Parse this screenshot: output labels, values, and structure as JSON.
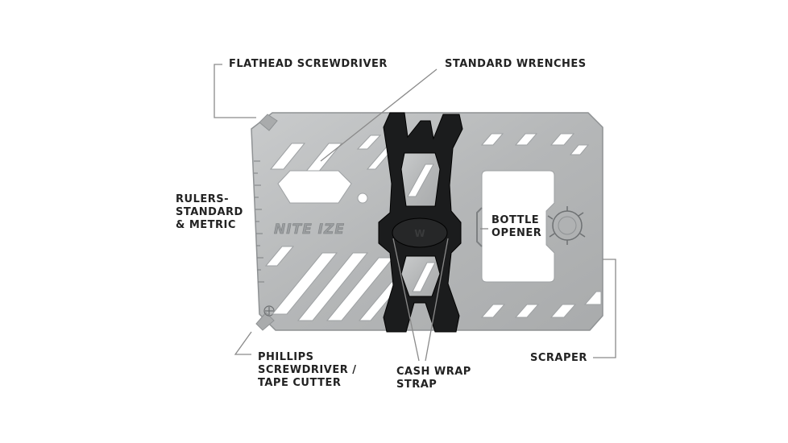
{
  "colors": {
    "steel": "#b9bbbc",
    "steel_dark": "#8f9294",
    "strap": "#1b1c1d",
    "label_text": "#222222",
    "leader": "#8a8a8a"
  },
  "product": {
    "brand_logo": "NITE IZE"
  },
  "labels": {
    "flathead": [
      "FLATHEAD SCREWDRIVER"
    ],
    "wrenches": [
      "STANDARD WRENCHES"
    ],
    "rulers": [
      "RULERS-",
      "STANDARD",
      "& METRIC"
    ],
    "bottle": [
      "BOTTLE",
      "OPENER"
    ],
    "phillips": [
      "PHILLIPS",
      "SCREWDRIVER /",
      "TAPE CUTTER"
    ],
    "cashwrap": [
      "CASH WRAP",
      "STRAP"
    ],
    "scraper": [
      "SCRAPER"
    ]
  }
}
